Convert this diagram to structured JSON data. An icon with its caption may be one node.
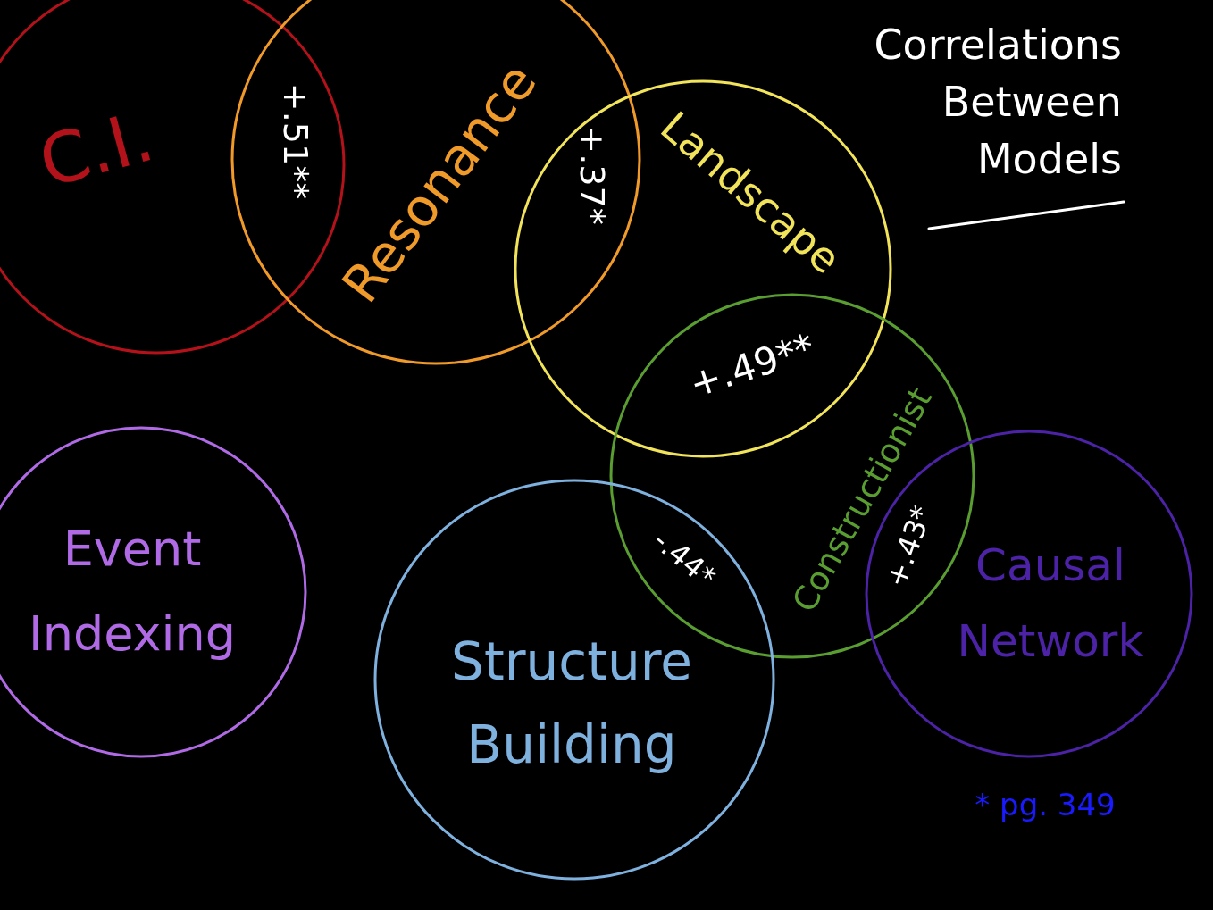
{
  "diagram": {
    "title": "Correlations Between Models",
    "nodes": [
      {
        "text": [
          "C.I."
        ]
      },
      {
        "text": [
          "Resonance"
        ]
      },
      {
        "text": [
          "Landscape"
        ]
      },
      {
        "text": [
          "Constructionist"
        ]
      },
      {
        "text": [
          "Event Indexing"
        ]
      },
      {
        "text": [
          "Structure Building"
        ]
      },
      {
        "text": [
          "Causal Network"
        ]
      }
    ],
    "labels": [
      "+.51**",
      "+.37*",
      "+.49**",
      "-.44*",
      "+.43*",
      "* pg. 349"
    ]
  }
}
